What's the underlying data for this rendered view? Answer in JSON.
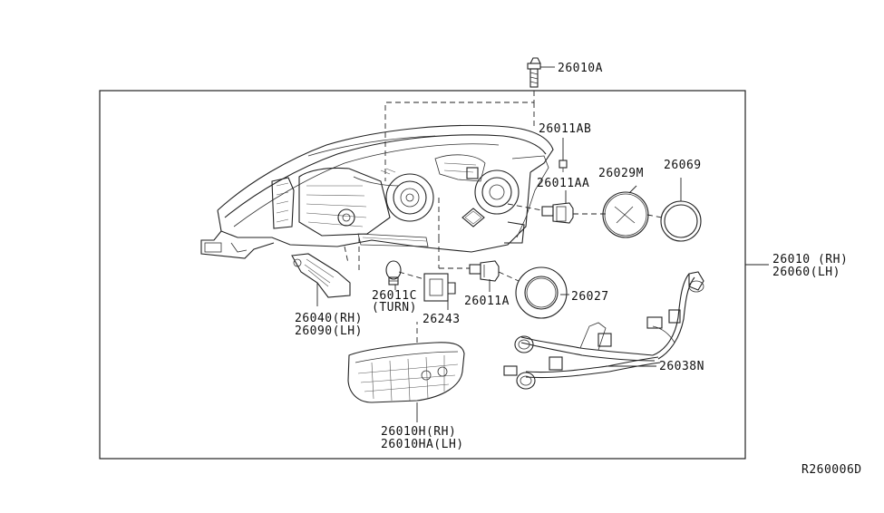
{
  "diagram_id": "R260006D",
  "labels": {
    "p26010A": "26010A",
    "p26011AB": "26011AB",
    "p26029M": "26029M",
    "p26069": "26069",
    "p26011AA": "26011AA",
    "p26010_rh": "26010 (RH)",
    "p26060_lh": "26060(LH)",
    "p26011C": "26011C",
    "p26011C_note": "(TURN)",
    "p26243": "26243",
    "p26011A": "26011A",
    "p26027": "26027",
    "p26040_rh": "26040(RH)",
    "p26090_lh": "26090(LH)",
    "p26038N": "26038N",
    "p26010H_rh": "26010H(RH)",
    "p26010HA_lh": "26010HA(LH)"
  }
}
